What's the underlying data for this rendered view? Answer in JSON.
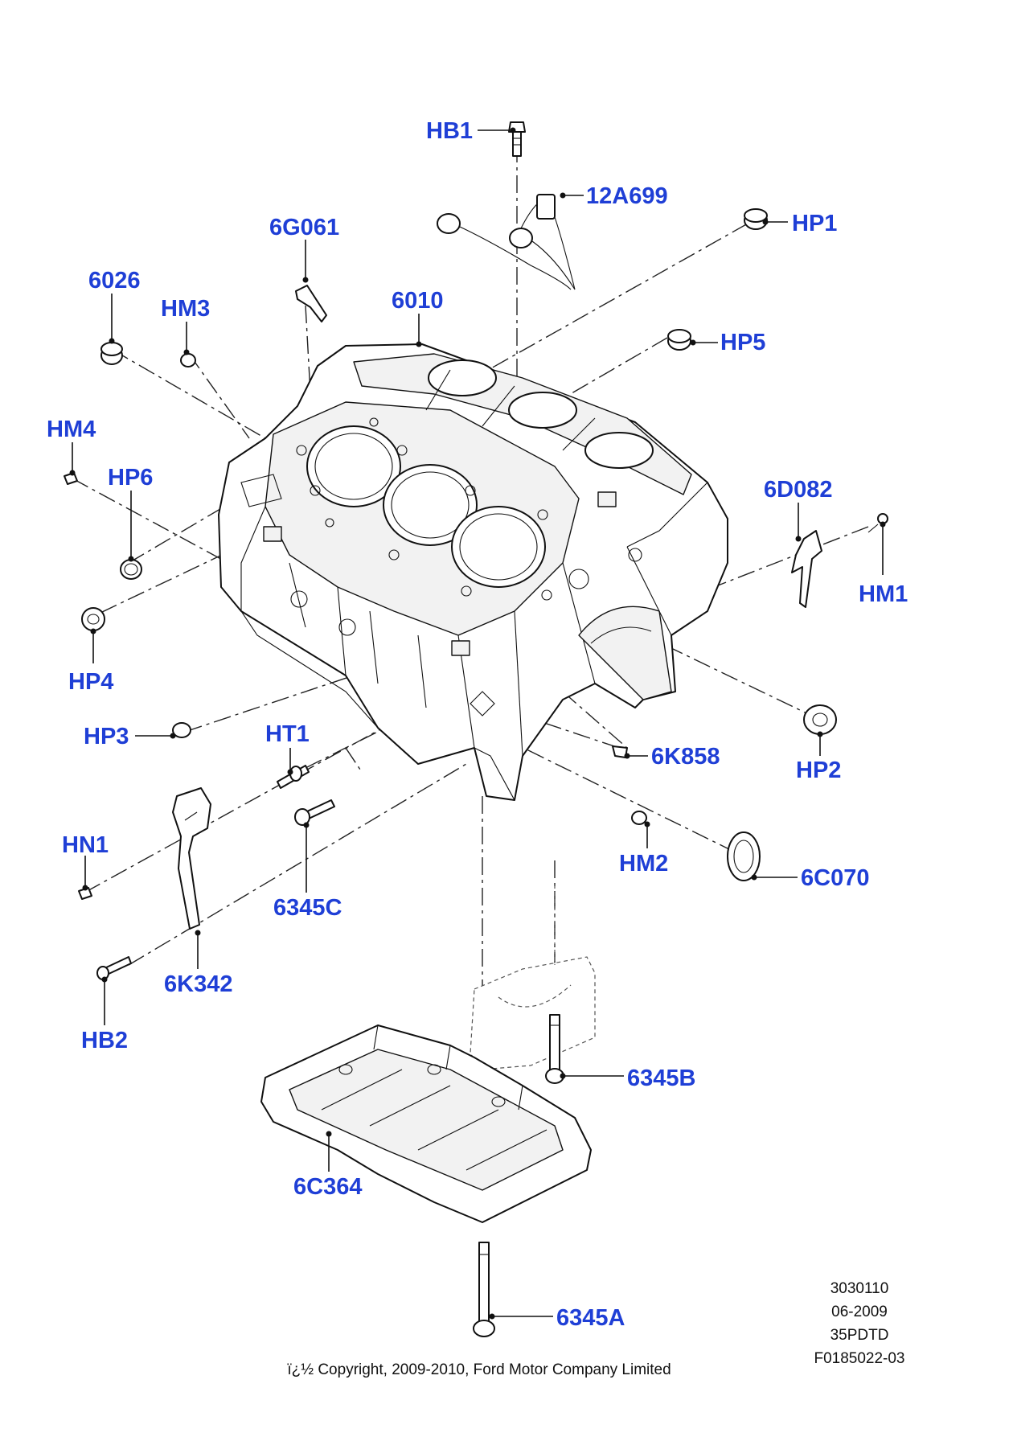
{
  "callouts": {
    "HB1": "HB1",
    "12A699": "12A699",
    "HP1": "HP1",
    "6G061": "6G061",
    "6026": "6026",
    "HM3": "HM3",
    "6010": "6010",
    "HP5": "HP5",
    "HM4": "HM4",
    "HP6": "HP6",
    "6D082": "6D082",
    "HM1": "HM1",
    "HP4": "HP4",
    "HP3": "HP3",
    "HT1": "HT1",
    "6K858": "6K858",
    "HP2": "HP2",
    "HN1": "HN1",
    "HM2": "HM2",
    "6C070": "6C070",
    "6345C": "6345C",
    "6K342": "6K342",
    "HB2": "HB2",
    "6345B": "6345B",
    "6C364": "6C364",
    "6345A": "6345A"
  },
  "footer": {
    "ref1": "3030110",
    "ref2": "06-2009",
    "ref3": "35PDTD",
    "ref4": "F0185022-03",
    "copyright": "ï¿½ Copyright, 2009-2010, Ford Motor Company Limited"
  },
  "colors": {
    "callout": "#1f3fd6",
    "line": "#111111"
  }
}
